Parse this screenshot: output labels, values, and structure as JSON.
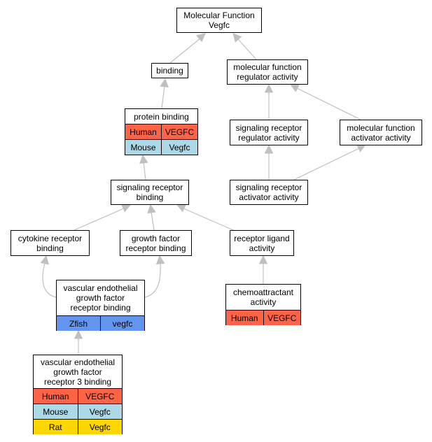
{
  "colors": {
    "edge": "#c0c0c0",
    "human": "#ff6347",
    "mouse": "#add8e6",
    "rat": "#ffd700",
    "zfish": "#6495ed"
  },
  "nodes": {
    "mf_root": {
      "label": "Molecular Function\nVegfc"
    },
    "binding": {
      "label": "binding"
    },
    "mf_regulator": {
      "label": "molecular function\nregulator activity"
    },
    "protein_binding": {
      "label": "protein binding",
      "rows": [
        {
          "species": "Human",
          "gene": "VEGFC",
          "color": "#ff6347"
        },
        {
          "species": "Mouse",
          "gene": "Vegfc",
          "color": "#add8e6"
        }
      ]
    },
    "sig_rec_regulator": {
      "label": "signaling receptor\nregulator activity"
    },
    "mf_activator": {
      "label": "molecular function\nactivator activity"
    },
    "sig_rec_binding": {
      "label": "signaling receptor\nbinding"
    },
    "sig_rec_activator": {
      "label": "signaling receptor\nactivator activity"
    },
    "cytokine": {
      "label": "cytokine receptor\nbinding"
    },
    "growth_factor": {
      "label": "growth factor\nreceptor binding"
    },
    "receptor_ligand": {
      "label": "receptor ligand\nactivity"
    },
    "vegf_binding": {
      "label": "vascular endothelial\ngrowth factor\nreceptor binding",
      "rows": [
        {
          "species": "Zfish",
          "gene": "vegfc",
          "color": "#6495ed"
        }
      ]
    },
    "chemo": {
      "label": "chemoattractant\nactivity",
      "rows": [
        {
          "species": "Human",
          "gene": "VEGFC",
          "color": "#ff6347"
        }
      ]
    },
    "vegf3_binding": {
      "label": "vascular endothelial\ngrowth factor\nreceptor 3 binding",
      "rows": [
        {
          "species": "Human",
          "gene": "VEGFC",
          "color": "#ff6347"
        },
        {
          "species": "Mouse",
          "gene": "Vegfc",
          "color": "#add8e6"
        },
        {
          "species": "Rat",
          "gene": "Vegfc",
          "color": "#ffd700"
        }
      ]
    }
  }
}
